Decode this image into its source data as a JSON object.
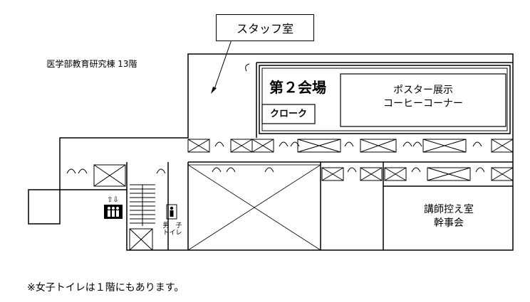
{
  "callout": {
    "staff_room": "スタッフ室"
  },
  "building_label": "医学部教育研究棟 13階",
  "rooms": {
    "main_hall": "第２会場",
    "cloak": "クローク",
    "poster": "ポスター展示\nコーヒーコーナー",
    "lecturer": "講師控え室\n幹事会",
    "mens_toilet": "男　子\nトイレ"
  },
  "footnote": "※女子トイレは１階にもあります。",
  "icons": [
    "elevator-icon",
    "male-toilet-icon",
    "stairs-icon",
    "door-swing-icon"
  ]
}
